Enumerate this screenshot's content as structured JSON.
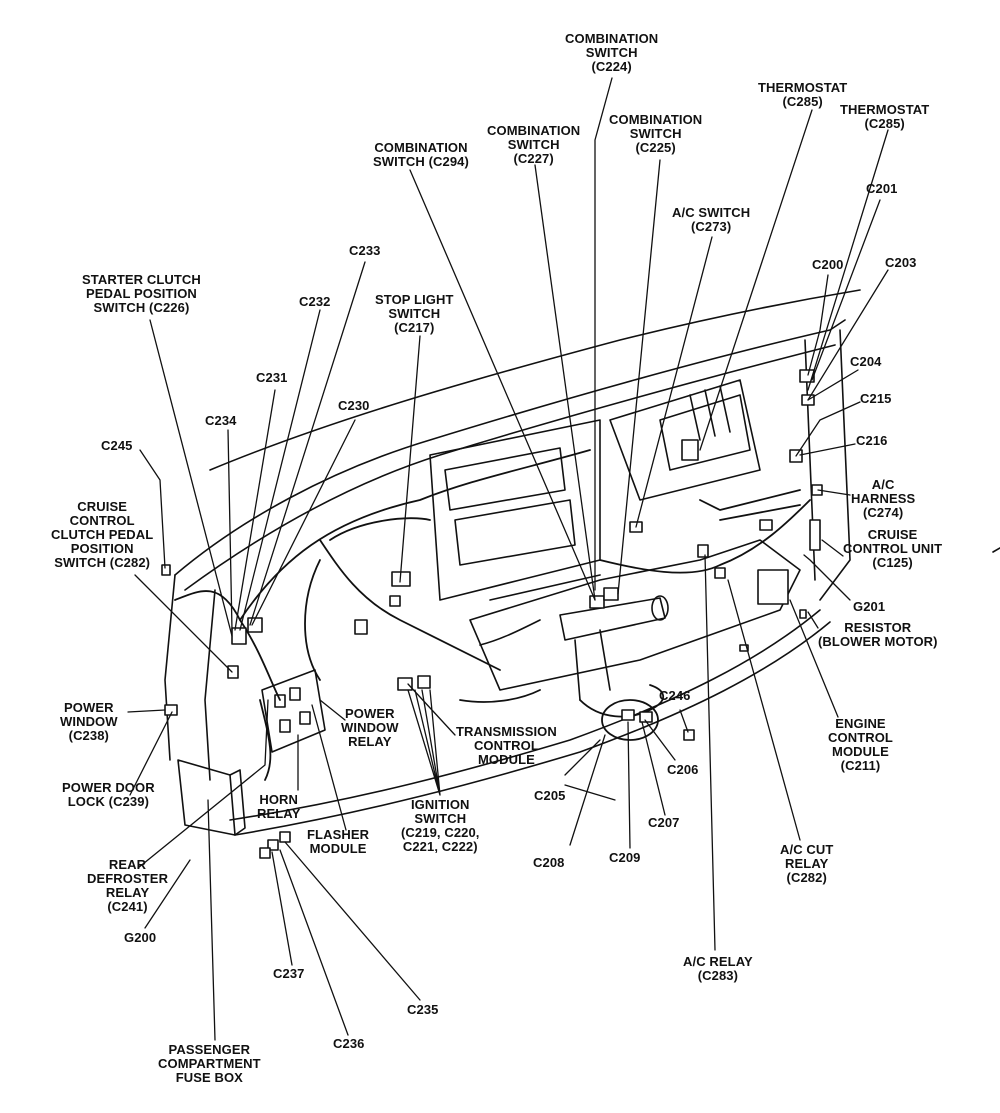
{
  "labels": {
    "combination_switch_c224": "COMBINATION\nSWITCH\n(C224)",
    "thermostat_c285_a": "THERMOSTAT\n(C285)",
    "thermostat_c285_b": "THERMOSTAT\n(C285)",
    "combination_switch_c227": "COMBINATION\nSWITCH\n(C227)",
    "combination_switch_c225": "COMBINATION\nSWITCH\n(C225)",
    "combination_switch_c294": "COMBINATION\nSWITCH (C294)",
    "c201": "C201",
    "ac_switch_c273": "A/C SWITCH\n(C273)",
    "c233": "C233",
    "c200": "C200",
    "c203": "C203",
    "starter_clutch_c226": "STARTER CLUTCH\nPEDAL POSITION\nSWITCH (C226)",
    "c232": "C232",
    "stop_light_switch_c217": "STOP LIGHT\nSWITCH\n(C217)",
    "c204": "C204",
    "c231": "C231",
    "c215": "C215",
    "c230": "C230",
    "c234": "C234",
    "c216": "C216",
    "c245": "C245",
    "ac_harness_c274": "A/C\nHARNESS\n(C274)",
    "cruise_clutch_c282": "CRUISE\nCONTROL\nCLUTCH PEDAL\nPOSITION\nSWITCH (C282)",
    "cruise_control_unit_c125": "CRUISE\nCONTROL UNIT\n(C125)",
    "g201": "G201",
    "resistor_blower": "RESISTOR\n(BLOWER MOTOR)",
    "c246": "C246",
    "power_window_c238": "POWER\nWINDOW\n(C238)",
    "power_window_relay": "POWER\nWINDOW\nRELAY",
    "transmission_control_module": "TRANSMISSION\nCONTROL\nMODULE",
    "engine_control_module_c211": "ENGINE\nCONTROL\nMODULE\n(C211)",
    "c206": "C206",
    "power_door_lock_c239": "POWER DOOR\nLOCK (C239)",
    "c205": "C205",
    "horn_relay": "HORN\nRELAY",
    "ignition_switch": "IGNITION\nSWITCH\n(C219, C220,\nC221, C222)",
    "c207": "C207",
    "flasher_module": "FLASHER\nMODULE",
    "ac_cut_relay_c282": "A/C CUT\nRELAY\n(C282)",
    "rear_defroster_relay_c241": "REAR\nDEFROSTER\nRELAY\n(C241)",
    "c208": "C208",
    "c209": "C209",
    "g200": "G200",
    "ac_relay_c283": "A/C RELAY\n(C283)",
    "c237": "C237",
    "c235": "C235",
    "c236": "C236",
    "passenger_fuse_box": "PASSENGER\nCOMPARTMENT\nFUSE BOX"
  }
}
